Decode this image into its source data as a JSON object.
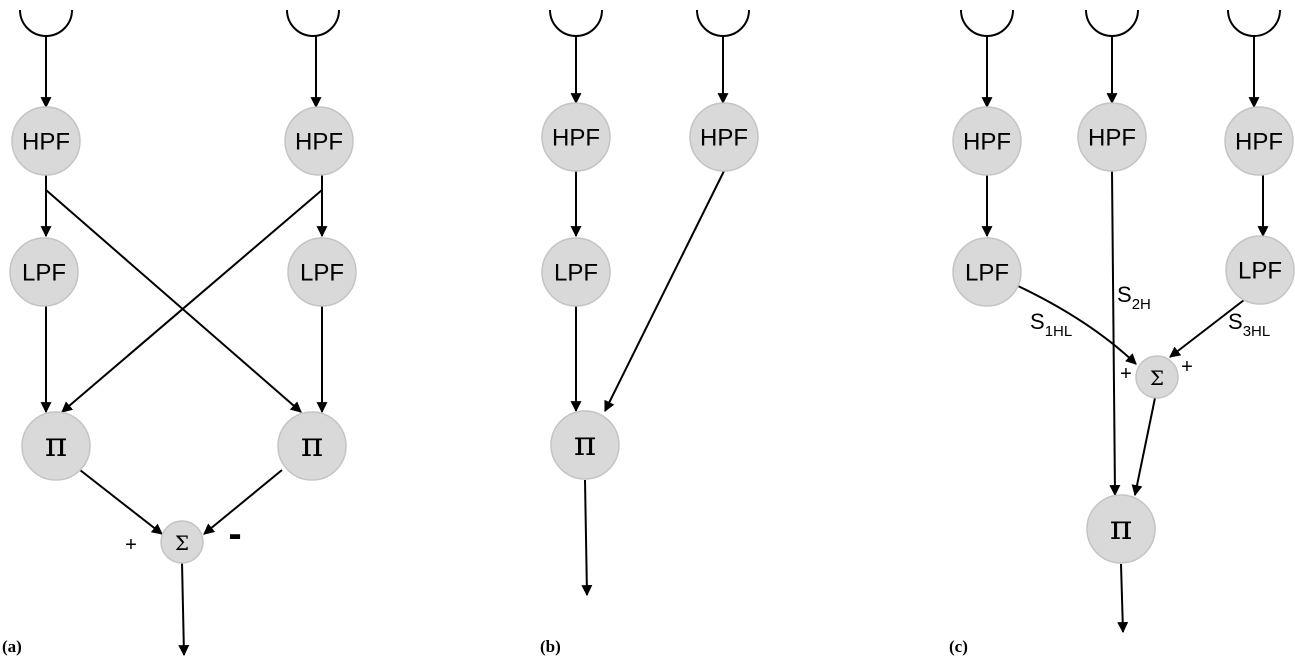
{
  "nodes": {
    "hpf": "HPF",
    "lpf": "LPF",
    "pi": "π",
    "sigma": "Σ"
  },
  "signs": {
    "plus": "+",
    "minus": "-"
  },
  "signals": {
    "s1hl_main": "S",
    "s1hl_sub": "1HL",
    "s2h_main": "S",
    "s2h_sub": "2H",
    "s3hl_main": "S",
    "s3hl_sub": "3HL"
  },
  "panels": {
    "a": "(a)",
    "b": "(b)",
    "c": "(c)"
  }
}
